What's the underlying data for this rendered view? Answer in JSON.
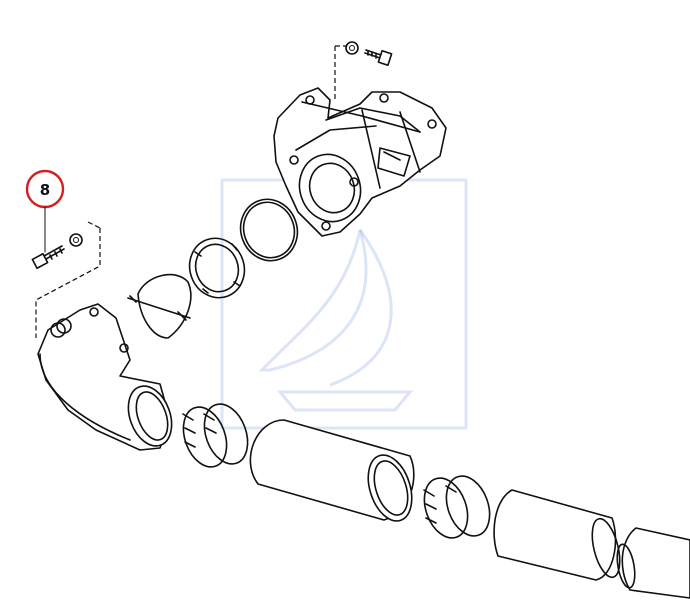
{
  "diagram": {
    "callout": {
      "label": "8",
      "color": "#d41f1f"
    },
    "watermark": {
      "icon": "sailboat-logo-watermark",
      "color": "#3a6fd1"
    },
    "parts": [
      "exhaust-elbow-housing",
      "gasket-ring",
      "shutter-seal-ring",
      "flapper-valve",
      "bolt-and-washer",
      "exhaust-elbow-hose",
      "hose-clamp-pair",
      "exhaust-pipe",
      "exhaust-bellows"
    ]
  }
}
